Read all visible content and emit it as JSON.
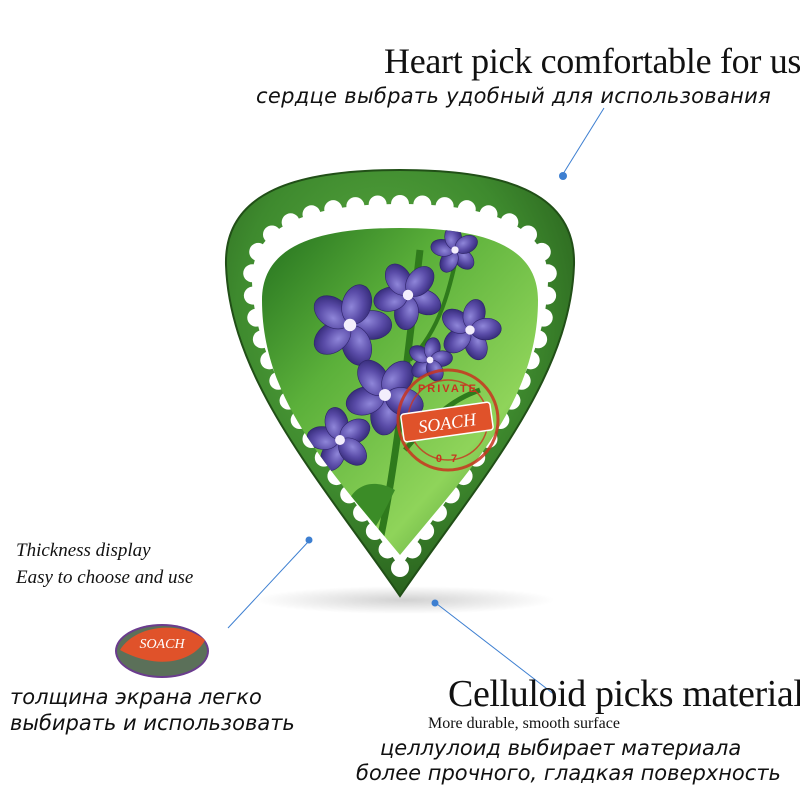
{
  "texts": {
    "top_en": "Heart pick comfortable for use",
    "top_ru": "сердце выбрать удобный для использования",
    "left_en_1": "Thickness display",
    "left_en_2": "Easy to choose and use",
    "left_ru_1": "толщина экрана легко",
    "left_ru_2": "выбирать и использовать",
    "bottom_en_title": "Celluloid picks material",
    "bottom_en_sub": "More durable, smooth surface",
    "bottom_ru_1": "целлулоид выбирает материала",
    "bottom_ru_2": "более прочного, гладкая поверхность"
  },
  "logo": {
    "brand": "SOACH",
    "stamp_top": "PRIVATE",
    "stamp_bottom": "0 7"
  },
  "colors": {
    "pick_green": "#3e8a2e",
    "pick_green_dark": "#2a6a1f",
    "callout_blue": "#3d7fd1",
    "stamp_red": "#c8341f",
    "badge_orange": "#e0522a",
    "flower_purple": "#5a4ca8"
  },
  "icons": [
    "guitar-pick-image",
    "soach-stamp-logo",
    "soach-badge-logo"
  ]
}
